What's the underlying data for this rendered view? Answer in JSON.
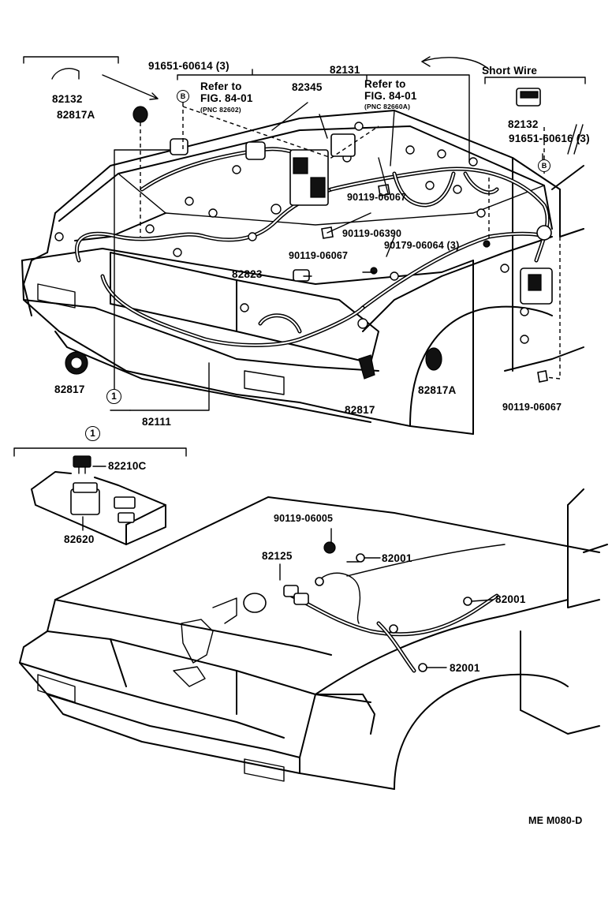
{
  "labels": {
    "p91651_60614": "91651-60614 (3)",
    "p82131": "82131",
    "p82132_left": "82132",
    "p82817A_top": "82817A",
    "p82345": "82345",
    "refer1_a": "Refer to",
    "refer1_b": "FIG. 84-01",
    "refer1_c": "(PNC 82602)",
    "refer2_a": "Refer to",
    "refer2_b": "FIG. 84-01",
    "refer2_c": "(PNC 82660A)",
    "short_wire": "Short Wire",
    "p82132_right": "82132",
    "p91651_60616": "91651-60616 (3)",
    "p90119_06067_a": "90119-06067",
    "p90119_06390": "90119-06390",
    "p90119_06067_b": "90119-06067",
    "p90179_06064": "90179-06064 (3)",
    "p82823": "82823",
    "p82817_left": "82817",
    "p82111": "82111",
    "p82817_mid": "82817",
    "p82817A_right": "82817A",
    "p90119_06067_c": "90119-06067",
    "p82210C": "82210C",
    "p82620": "82620",
    "p90119_06005": "90119-06005",
    "p82125": "82125",
    "p82001_a": "82001",
    "p82001_b": "82001",
    "p82001_c": "82001",
    "code": "ME M080-D"
  },
  "markers": {
    "circle_one": "1",
    "circle_b": "B"
  }
}
